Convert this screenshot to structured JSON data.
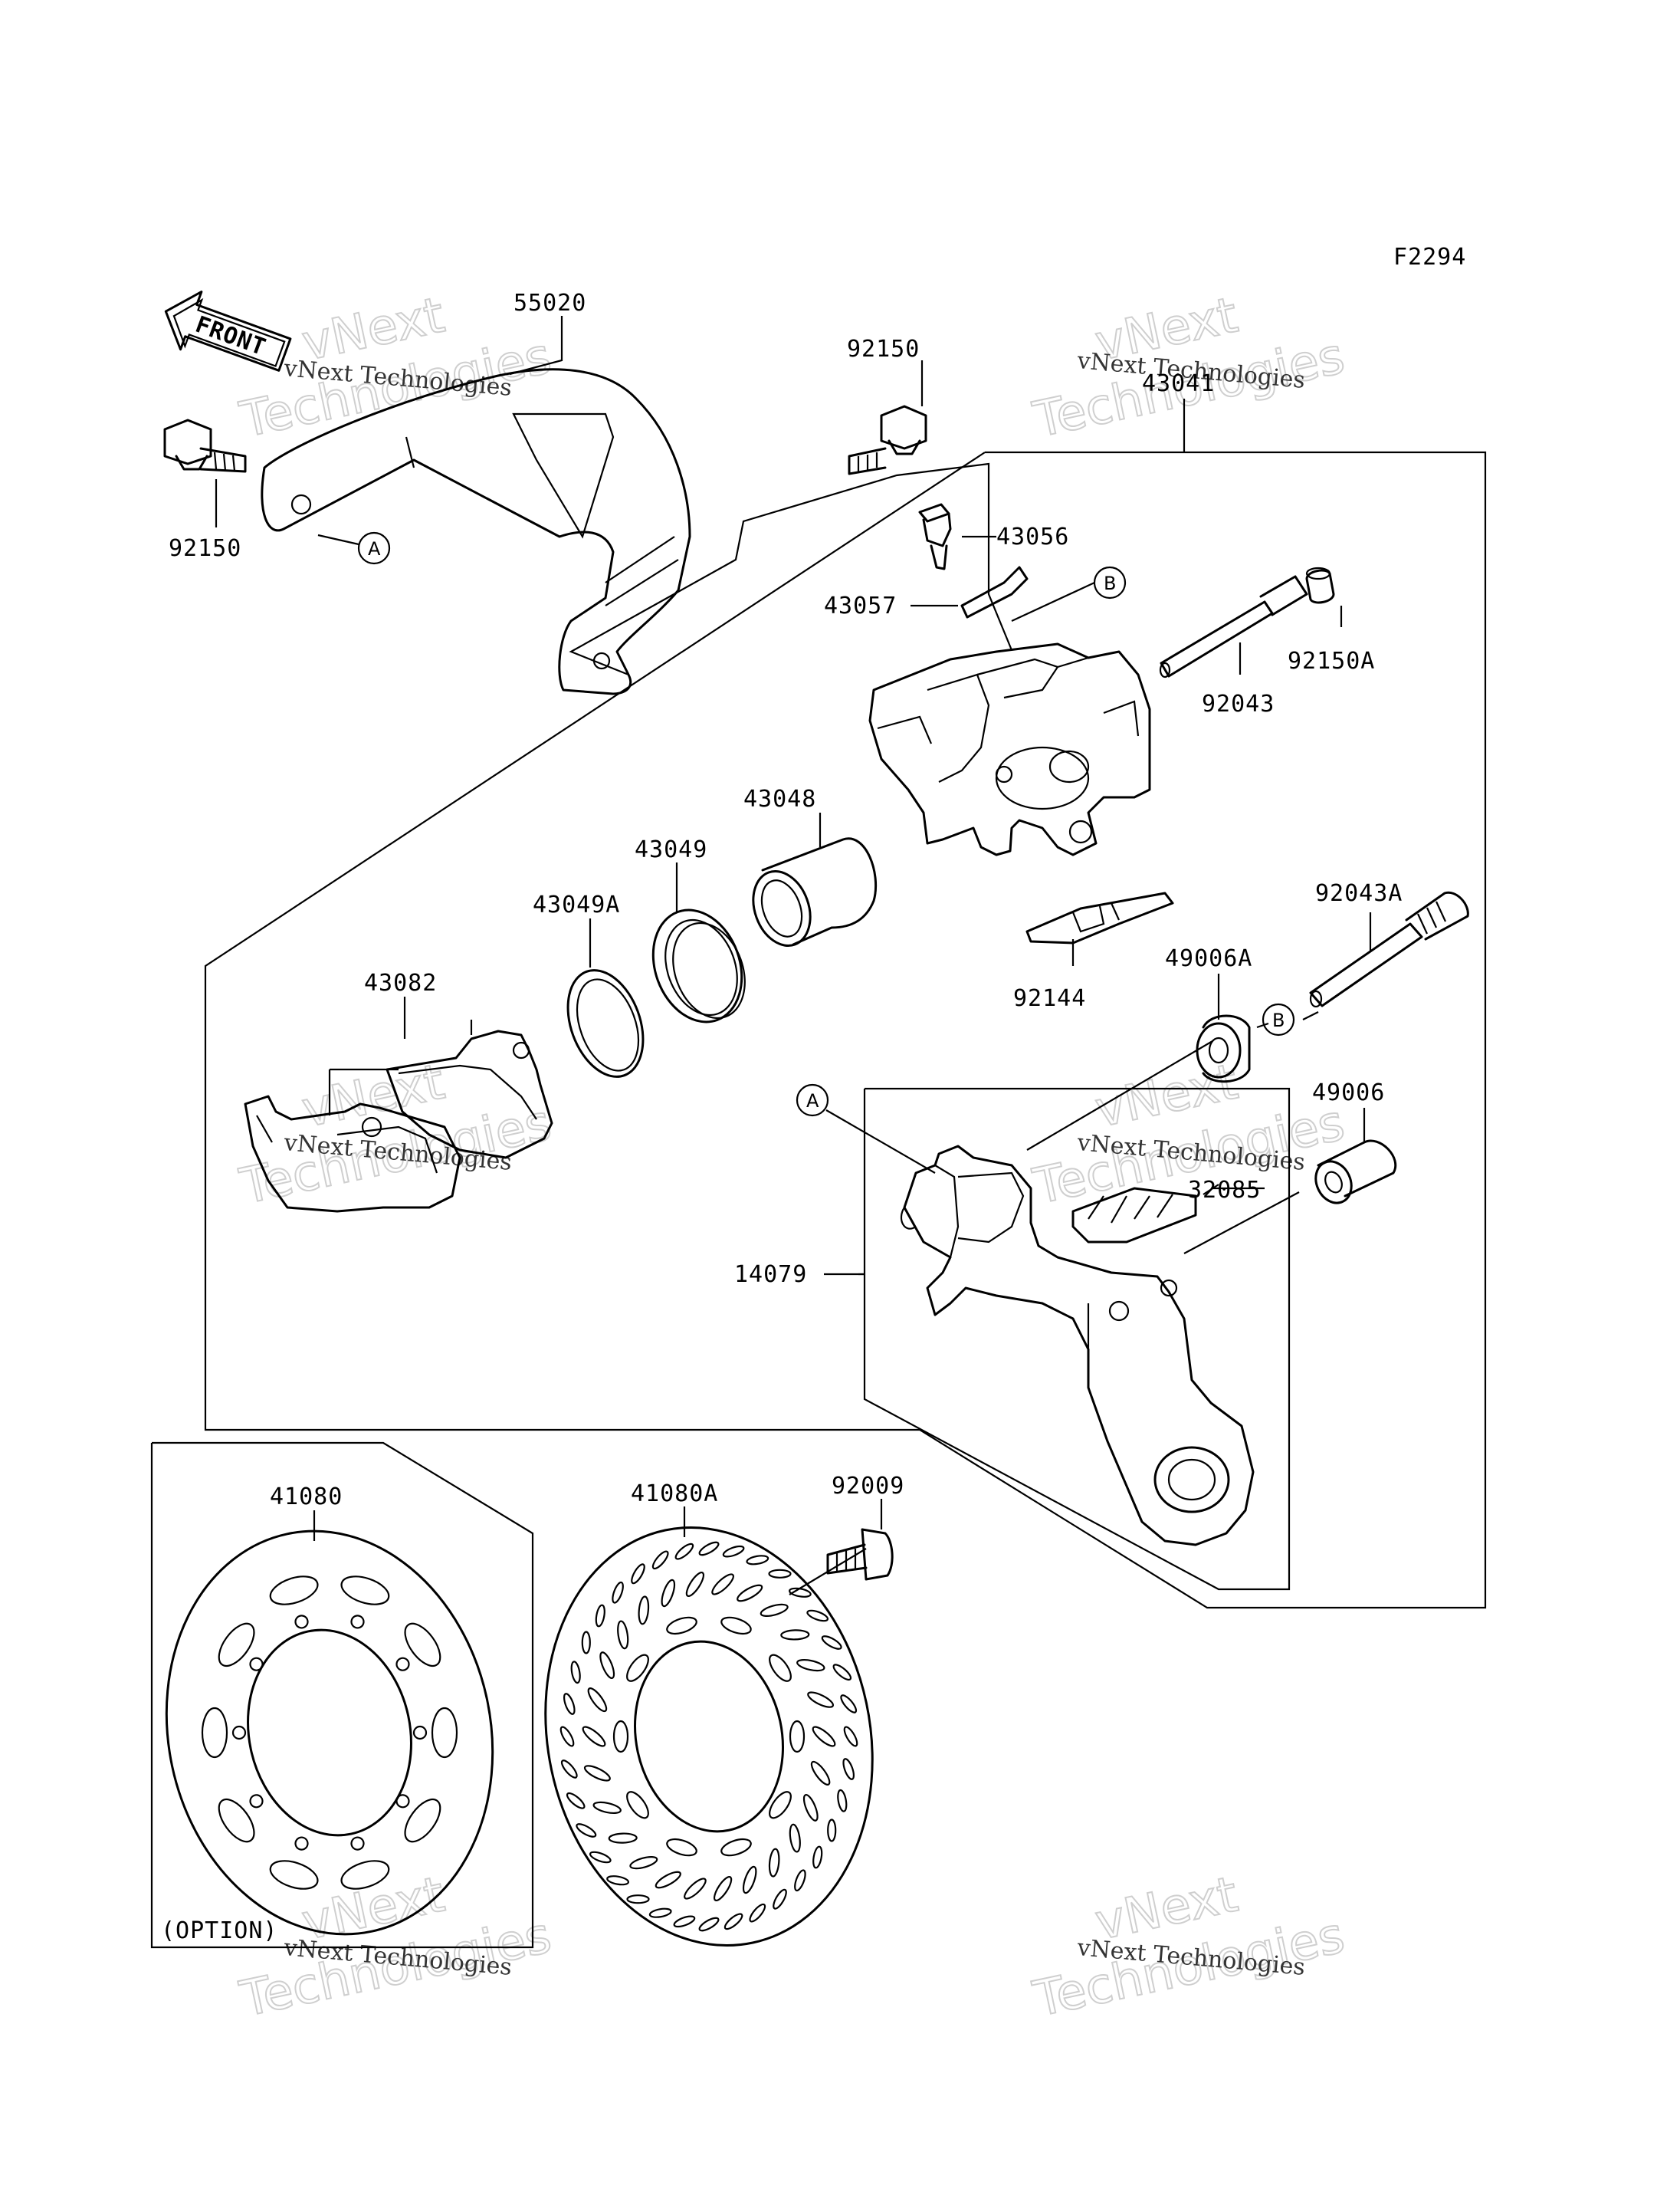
{
  "diagram": {
    "figure_code": "F2294",
    "front_label": "FRONT",
    "option_label": "(OPTION)",
    "watermark": {
      "line1": "vNext",
      "line2": "Technologies",
      "caption": "vNext Technologies"
    },
    "callouts": {
      "a": "A",
      "b": "B"
    },
    "parts": {
      "p55020": "55020",
      "p92150_top": "92150",
      "p92150_left": "92150",
      "p43041": "43041",
      "p43056": "43056",
      "p43057": "43057",
      "p92150A": "92150A",
      "p92043": "92043",
      "p43048": "43048",
      "p43049": "43049",
      "p43049A": "43049A",
      "p43082": "43082",
      "p92144": "92144",
      "p92043A": "92043A",
      "p49006A": "49006A",
      "p49006": "49006",
      "p32085": "32085",
      "p14079": "14079",
      "p41080": "41080",
      "p41080A": "41080A",
      "p92009": "92009"
    }
  }
}
